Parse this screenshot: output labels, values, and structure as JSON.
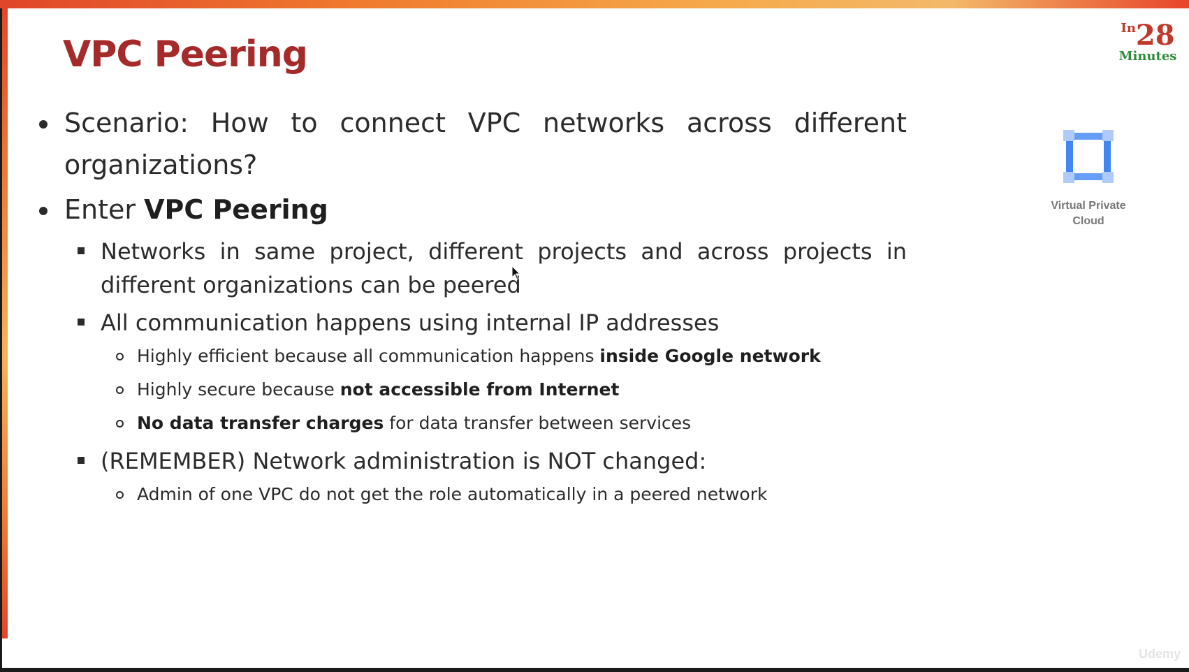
{
  "slide": {
    "title": "VPC Peering",
    "logo": {
      "prefix": "In",
      "number": "28",
      "word": "Minutes"
    },
    "icon": {
      "name": "virtual-private-cloud-icon",
      "caption": "Virtual Private\nCloud",
      "color": "#669df6"
    },
    "bullets": {
      "scenario": "Scenario: How to connect VPC networks across different organizations?",
      "enter_prefix": "Enter ",
      "enter_bold": "VPC Peering",
      "peer_scope": "Networks in same project, different projects and across projects in different organizations can be peered",
      "internal_ip": "All communication happens using internal IP addresses",
      "efficient_prefix": "Highly efficient because all communication happens ",
      "efficient_bold": "inside Google network",
      "secure_prefix": "Highly secure because ",
      "secure_bold": "not accessible from Internet",
      "charges_bold": "No data transfer charges",
      "charges_suffix": " for data transfer between services",
      "remember": "(REMEMBER) Network administration is NOT changed:",
      "admin_role": "Admin of one VPC do not get the role automatically in a peered network"
    },
    "watermark": "Udemy",
    "colors": {
      "title": "#a52a2a",
      "logo_number": "#c0392b",
      "logo_word": "#2e8b3a"
    }
  }
}
